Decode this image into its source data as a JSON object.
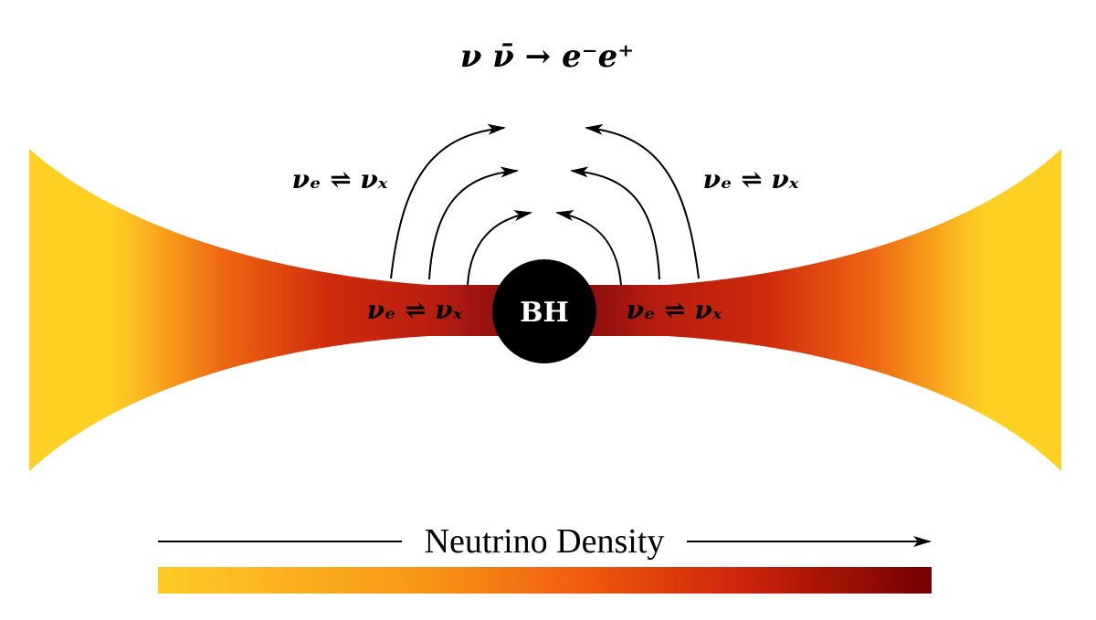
{
  "diagram": {
    "reaction_label": "ν ν̄ → e⁻e⁺",
    "oscillation_label": "νₑ ⇌ νₓ",
    "black_hole_label": "BH",
    "density_label": "Neutrino Density",
    "colors": {
      "disk_outer": "#fdd023",
      "disk_mid": "#f57f17",
      "disk_inner": "#c62212",
      "disk_core": "#8b0e0e",
      "colorbar_low": "#fdcb25",
      "colorbar_mid": "#f26a0f",
      "colorbar_high": "#740000",
      "black_hole": "#000000",
      "arrows": "#000000"
    }
  }
}
